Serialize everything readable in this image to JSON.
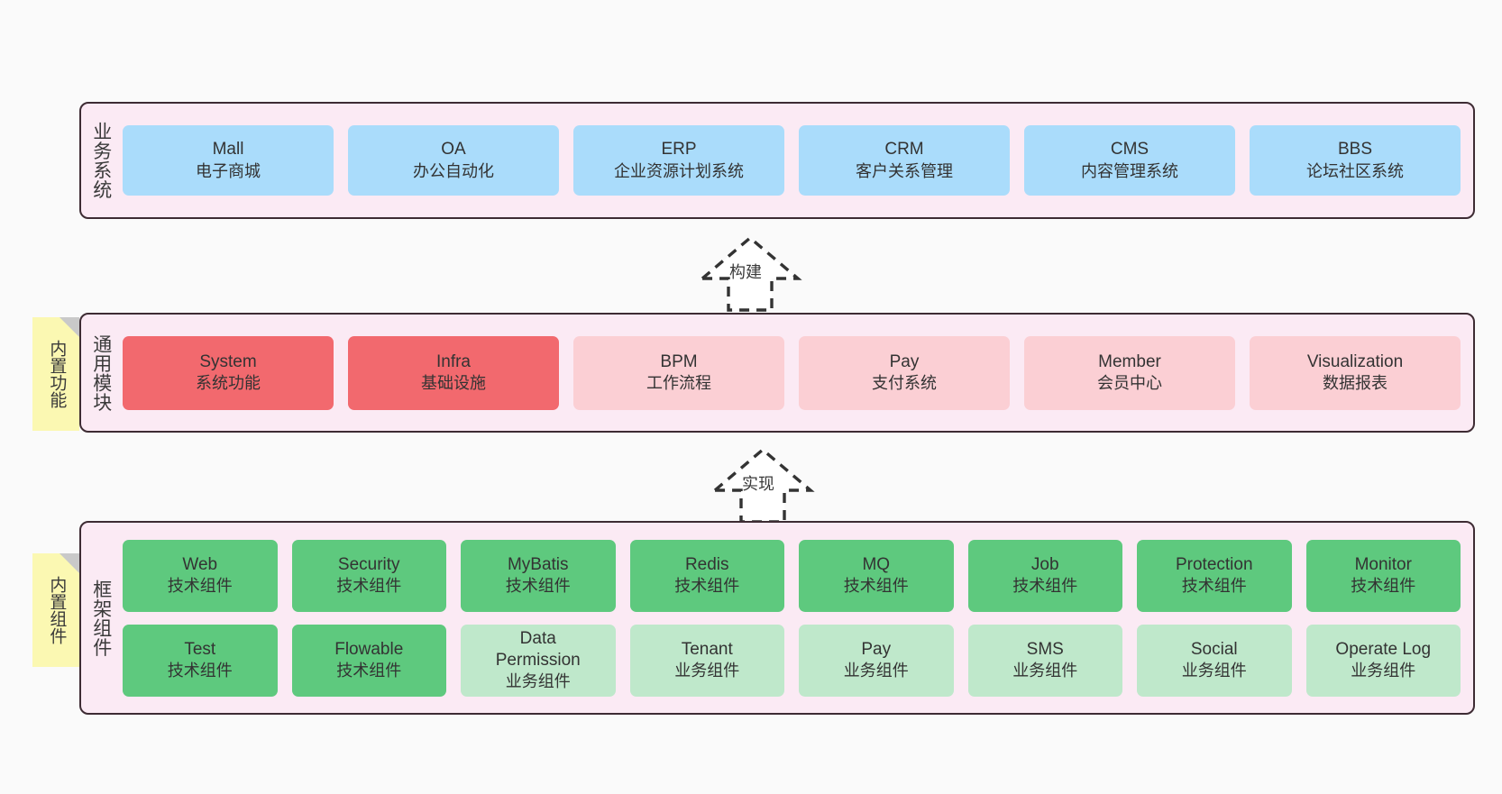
{
  "meta": {
    "background_color": "#fafafa",
    "panel_fill": "#fbeaf4",
    "panel_border": "#3d2b33",
    "sticky_fill": "#fbf8b2",
    "sticky_fold": "#c9c9c9"
  },
  "layers": [
    {
      "title": "业务系统",
      "sticky": null,
      "rows": [
        {
          "cards": [
            {
              "name": "Mall",
              "sub": "电子商城",
              "color": "#aadcfb",
              "style": "blue"
            },
            {
              "name": "OA",
              "sub": "办公自动化",
              "color": "#aadcfb",
              "style": "blue"
            },
            {
              "name": "ERP",
              "sub": "企业资源计划系统",
              "color": "#aadcfb",
              "style": "blue"
            },
            {
              "name": "CRM",
              "sub": "客户关系管理",
              "color": "#aadcfb",
              "style": "blue"
            },
            {
              "name": "CMS",
              "sub": "内容管理系统",
              "color": "#aadcfb",
              "style": "blue"
            },
            {
              "name": "BBS",
              "sub": "论坛社区系统",
              "color": "#aadcfb",
              "style": "blue"
            }
          ]
        }
      ]
    },
    {
      "title": "通用模块",
      "sticky": "内置功能",
      "rows": [
        {
          "cards": [
            {
              "name": "System",
              "sub": "系统功能",
              "color": "#f2696e",
              "style": "red-solid"
            },
            {
              "name": "Infra",
              "sub": "基础设施",
              "color": "#f2696e",
              "style": "red-solid"
            },
            {
              "name": "BPM",
              "sub": "工作流程",
              "color": "#fbcfd4",
              "style": "red-light"
            },
            {
              "name": "Pay",
              "sub": "支付系统",
              "color": "#fbcfd4",
              "style": "red-light"
            },
            {
              "name": "Member",
              "sub": "会员中心",
              "color": "#fbcfd4",
              "style": "red-light"
            },
            {
              "name": "Visualization",
              "sub": "数据报表",
              "color": "#fbcfd4",
              "style": "red-light"
            }
          ]
        }
      ]
    },
    {
      "title": "框架组件",
      "sticky": "内置组件",
      "rows": [
        {
          "cards": [
            {
              "name": "Web",
              "sub": "技术组件",
              "color": "#5ec97e",
              "style": "green-solid"
            },
            {
              "name": "Security",
              "sub": "技术组件",
              "color": "#5ec97e",
              "style": "green-solid"
            },
            {
              "name": "MyBatis",
              "sub": "技术组件",
              "color": "#5ec97e",
              "style": "green-solid"
            },
            {
              "name": "Redis",
              "sub": "技术组件",
              "color": "#5ec97e",
              "style": "green-solid"
            },
            {
              "name": "MQ",
              "sub": "技术组件",
              "color": "#5ec97e",
              "style": "green-solid"
            },
            {
              "name": "Job",
              "sub": "技术组件",
              "color": "#5ec97e",
              "style": "green-solid"
            },
            {
              "name": "Protection",
              "sub": "技术组件",
              "color": "#5ec97e",
              "style": "green-solid"
            },
            {
              "name": "Monitor",
              "sub": "技术组件",
              "color": "#5ec97e",
              "style": "green-solid"
            }
          ]
        },
        {
          "cards": [
            {
              "name": "Test",
              "sub": "技术组件",
              "color": "#5ec97e",
              "style": "green-solid"
            },
            {
              "name": "Flowable",
              "sub": "技术组件",
              "color": "#5ec97e",
              "style": "green-solid"
            },
            {
              "name": "Data Permission",
              "sub": "业务组件",
              "color": "#bfe8cb",
              "style": "green-light"
            },
            {
              "name": "Tenant",
              "sub": "业务组件",
              "color": "#bfe8cb",
              "style": "green-light"
            },
            {
              "name": "Pay",
              "sub": "业务组件",
              "color": "#bfe8cb",
              "style": "green-light"
            },
            {
              "name": "SMS",
              "sub": "业务组件",
              "color": "#bfe8cb",
              "style": "green-light"
            },
            {
              "name": "Social",
              "sub": "业务组件",
              "color": "#bfe8cb",
              "style": "green-light"
            },
            {
              "name": "Operate Log",
              "sub": "业务组件",
              "color": "#bfe8cb",
              "style": "green-light"
            }
          ]
        }
      ]
    }
  ],
  "connectors": [
    {
      "label": "构建",
      "direction": "up"
    },
    {
      "label": "实现",
      "direction": "up"
    }
  ]
}
